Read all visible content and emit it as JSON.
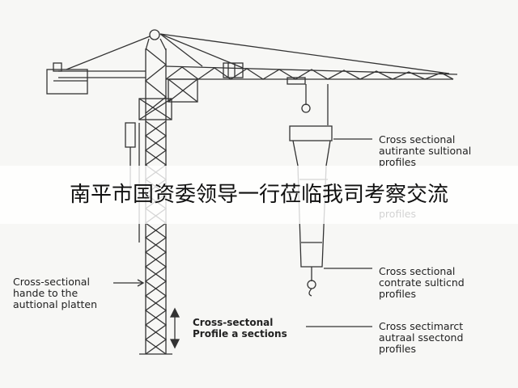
{
  "colors": {
    "line": "#333333",
    "background": "#f7f7f5",
    "banner": "#ffffff"
  },
  "banner": {
    "title": "南平市国资委领导一行莅临我司考察交流"
  },
  "labels": {
    "top_right": [
      "Cross sectional",
      "autirante sultional",
      "profiles"
    ],
    "mid_right_tail": [
      "profiles"
    ],
    "lower_right": [
      "Cross sectional",
      "contrate sulticnd",
      "profiles"
    ],
    "bottom_right": [
      "Cross sectimarct",
      "autraal ssectond",
      "profiles"
    ],
    "left": [
      "Cross-sectional",
      "hande to the",
      "auttional platten"
    ],
    "center": [
      "Cross-sectonal",
      "Profile a sections"
    ]
  }
}
